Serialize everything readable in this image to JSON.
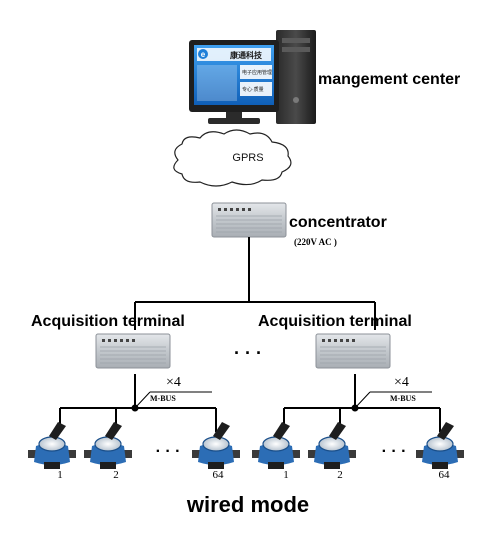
{
  "management": {
    "label": "mangement center",
    "screen_brand": "康通科技",
    "screen_note_1": "电子应用管理",
    "screen_note_2": "专心·质量"
  },
  "network": {
    "label": "GPRS"
  },
  "concentrator": {
    "label": "concentrator",
    "power": "(220V AC )"
  },
  "terminals": [
    {
      "label": "Acquisition terminal"
    },
    {
      "label": "Acquisition terminal"
    }
  ],
  "terminal_ellipsis": "· · ·",
  "groups": [
    {
      "multiplier": "×4",
      "bus": "M-BUS",
      "meters": [
        "1",
        "2",
        "64"
      ],
      "ellipsis": "· · ·"
    },
    {
      "multiplier": "×4",
      "bus": "M-BUS",
      "meters": [
        "1",
        "2",
        "64"
      ],
      "ellipsis": "· · ·"
    }
  ],
  "caption": "wired mode",
  "colors": {
    "line": "#000000",
    "monitor_frame": "#1f1f1f",
    "screen_bg": "#1e7fd8",
    "device_metal": "#c9cdd2",
    "meter_body": "#2c6db5",
    "meter_base": "#1e1e1e"
  }
}
